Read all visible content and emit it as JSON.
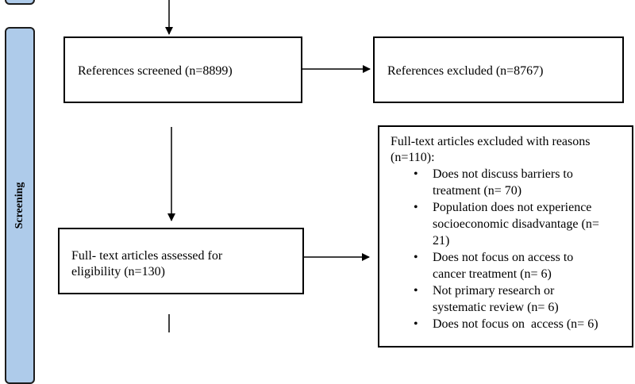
{
  "stage": {
    "label": "Screening",
    "color": "#aecbea"
  },
  "boxes": {
    "screened": "References screened (n=8899)",
    "excluded": "References excluded (n=8767)",
    "assessed_line1": "Full- text articles assessed for",
    "assessed_line2": "eligibility (n=130)"
  },
  "exclusions": {
    "heading_line1": "Full-text articles excluded with reasons",
    "heading_line2": "(n=110):",
    "bullet_symbol": "•",
    "reasons": [
      [
        "Does not discuss barriers to",
        "treatment (n= 70)"
      ],
      [
        "Population does not experience",
        "socioeconomic disadvantage (n=",
        "21)"
      ],
      [
        "Does not focus on access to",
        "cancer treatment (n= 6)"
      ],
      [
        "Not primary research or",
        "systematic review (n= 6)"
      ],
      [
        "Does not focus on  access (n= 6)"
      ]
    ]
  }
}
